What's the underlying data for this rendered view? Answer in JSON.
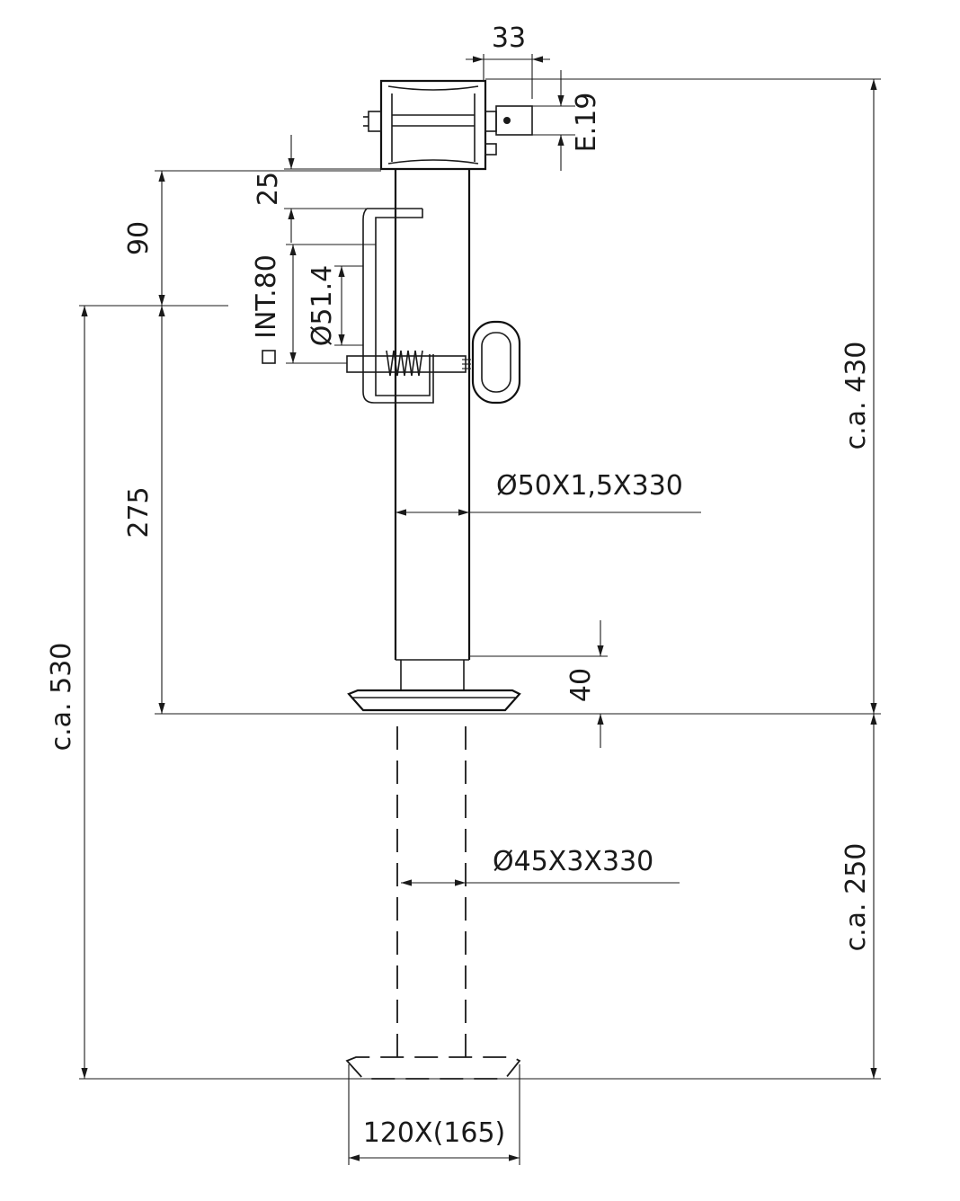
{
  "dimensions": {
    "top_width": "33",
    "thread": "E.19",
    "top_offset": "25",
    "handle_offset": "90",
    "square_int": "INT.80",
    "bore_dia": "Ø51.4",
    "lower_length": "275",
    "total_height_max": "c.a. 530",
    "height_main": "c.a. 430",
    "tube_outer": "Ø50X1,5X330",
    "foot_gap": "40",
    "tube_inner": "Ø45X3X330",
    "stroke": "c.a. 250",
    "foot_size": "120X(165)"
  }
}
